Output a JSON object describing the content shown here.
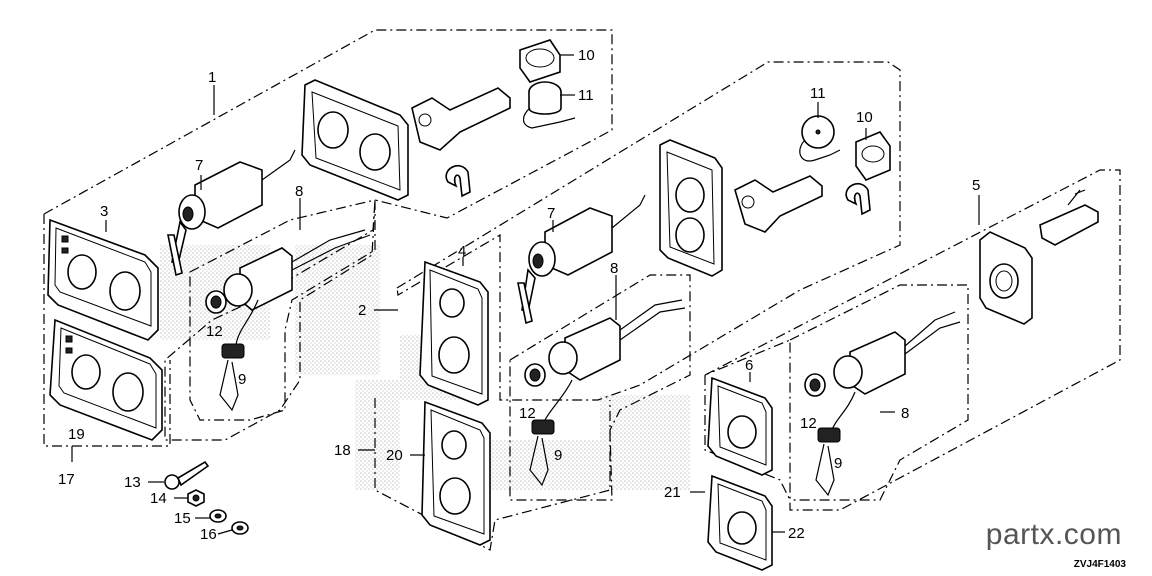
{
  "diagram": {
    "callouts": {
      "c1": "1",
      "c2": "2",
      "c3": "3",
      "c4": "4",
      "c5": "5",
      "c6": "6",
      "c7a": "7",
      "c7b": "7",
      "c8a": "8",
      "c8b": "8",
      "c8c": "8",
      "c9a": "9",
      "c9b": "9",
      "c9c": "9",
      "c10a": "10",
      "c10b": "10",
      "c11a": "11",
      "c11b": "11",
      "c12a": "12",
      "c12b": "12",
      "c12c": "12",
      "c13": "13",
      "c14": "14",
      "c15": "15",
      "c16": "16",
      "c17": "17",
      "c18": "18",
      "c19": "19",
      "c20": "20",
      "c21": "21",
      "c22": "22"
    }
  },
  "footer": {
    "brand": "partx.com",
    "code": "ZVJ4F1403"
  }
}
